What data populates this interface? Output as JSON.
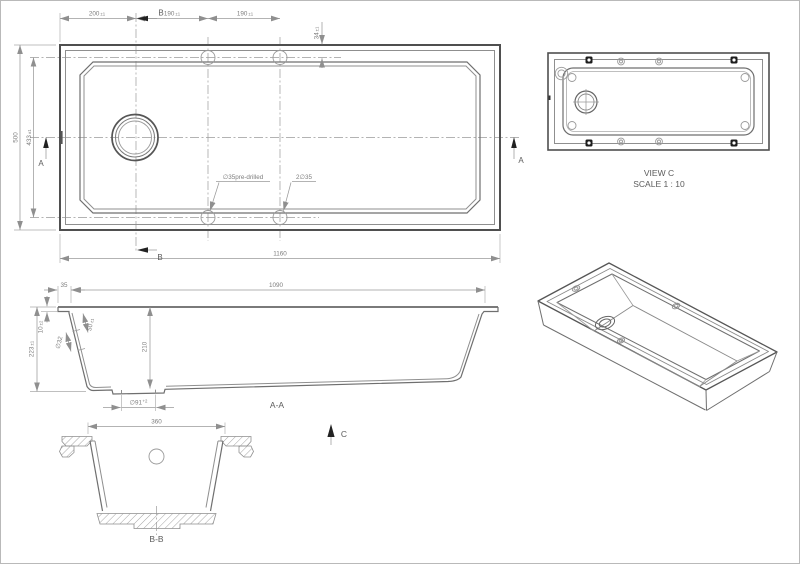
{
  "plan": {
    "section_label_b": "B",
    "section_label_a": "A",
    "dim_200": "200",
    "tol_200": "±1",
    "dim_190a": "190",
    "tol_190a": "±1",
    "dim_190b": "190",
    "tol_190b": "±1",
    "dim_34": "34",
    "tol_34": "±1",
    "dim_500": "500",
    "dim_433": "433",
    "tol_433": "±1",
    "dim_1160": "1160",
    "note_predrilled": "∅35pre-drilled",
    "note_two_holes": "2∅35"
  },
  "view_c": {
    "title": "VIEW C",
    "scale": "SCALE 1 : 10"
  },
  "section_aa": {
    "label": "A-A",
    "arrow_label_c": "C",
    "dim_35": "35",
    "dim_1090": "1090",
    "dim_10": "10",
    "tol_10": "±2",
    "dim_223": "223",
    "tol_223": "±1",
    "dim_210": "210",
    "dim_32": "∅32",
    "dim_50": "50",
    "tol_50": "±1",
    "dim_91": "∅91",
    "tol_91": "+2"
  },
  "section_bb": {
    "label": "B-B",
    "dim_360": "360"
  },
  "colors": {
    "outline": "#4f4f4f",
    "secondary": "#8f8f8f",
    "dimension": "#9a9a9a",
    "text": "#7d7d7d",
    "background": "#ffffff",
    "page_border": "#b9b9b9"
  }
}
